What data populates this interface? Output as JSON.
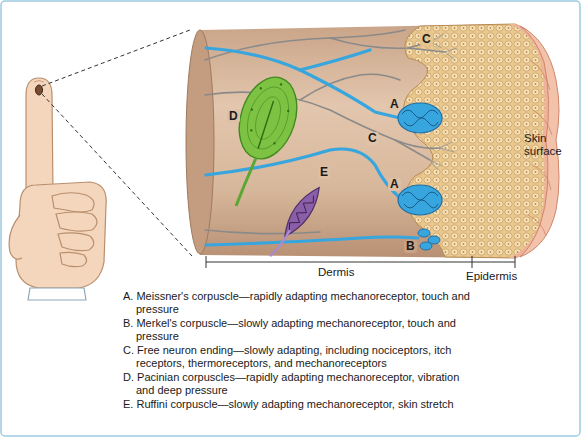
{
  "diagram": {
    "labels": [
      "C",
      "D",
      "A",
      "C",
      "Skin surface",
      "E",
      "A",
      "B",
      "Dermis",
      "Epidermis",
      "A. Meissner's corpuscle—rapidly adapting mechanoreceptor, touch and pressure",
      "B. Merkel's corpuscle—slowly adapting mechanoreceptor, touch and pressure",
      "C. Free neuron ending—slowly adapting, including nociceptors, itch receptors, thermoreceptors, and mechanoreceptors",
      "D. Pacinian corpuscles—rapidly adapting mechanoreceptor, vibration and deep pressure",
      "E. Ruffini corpuscle—slowly adapting mechanoreceptor, skin stretch"
    ]
  }
}
